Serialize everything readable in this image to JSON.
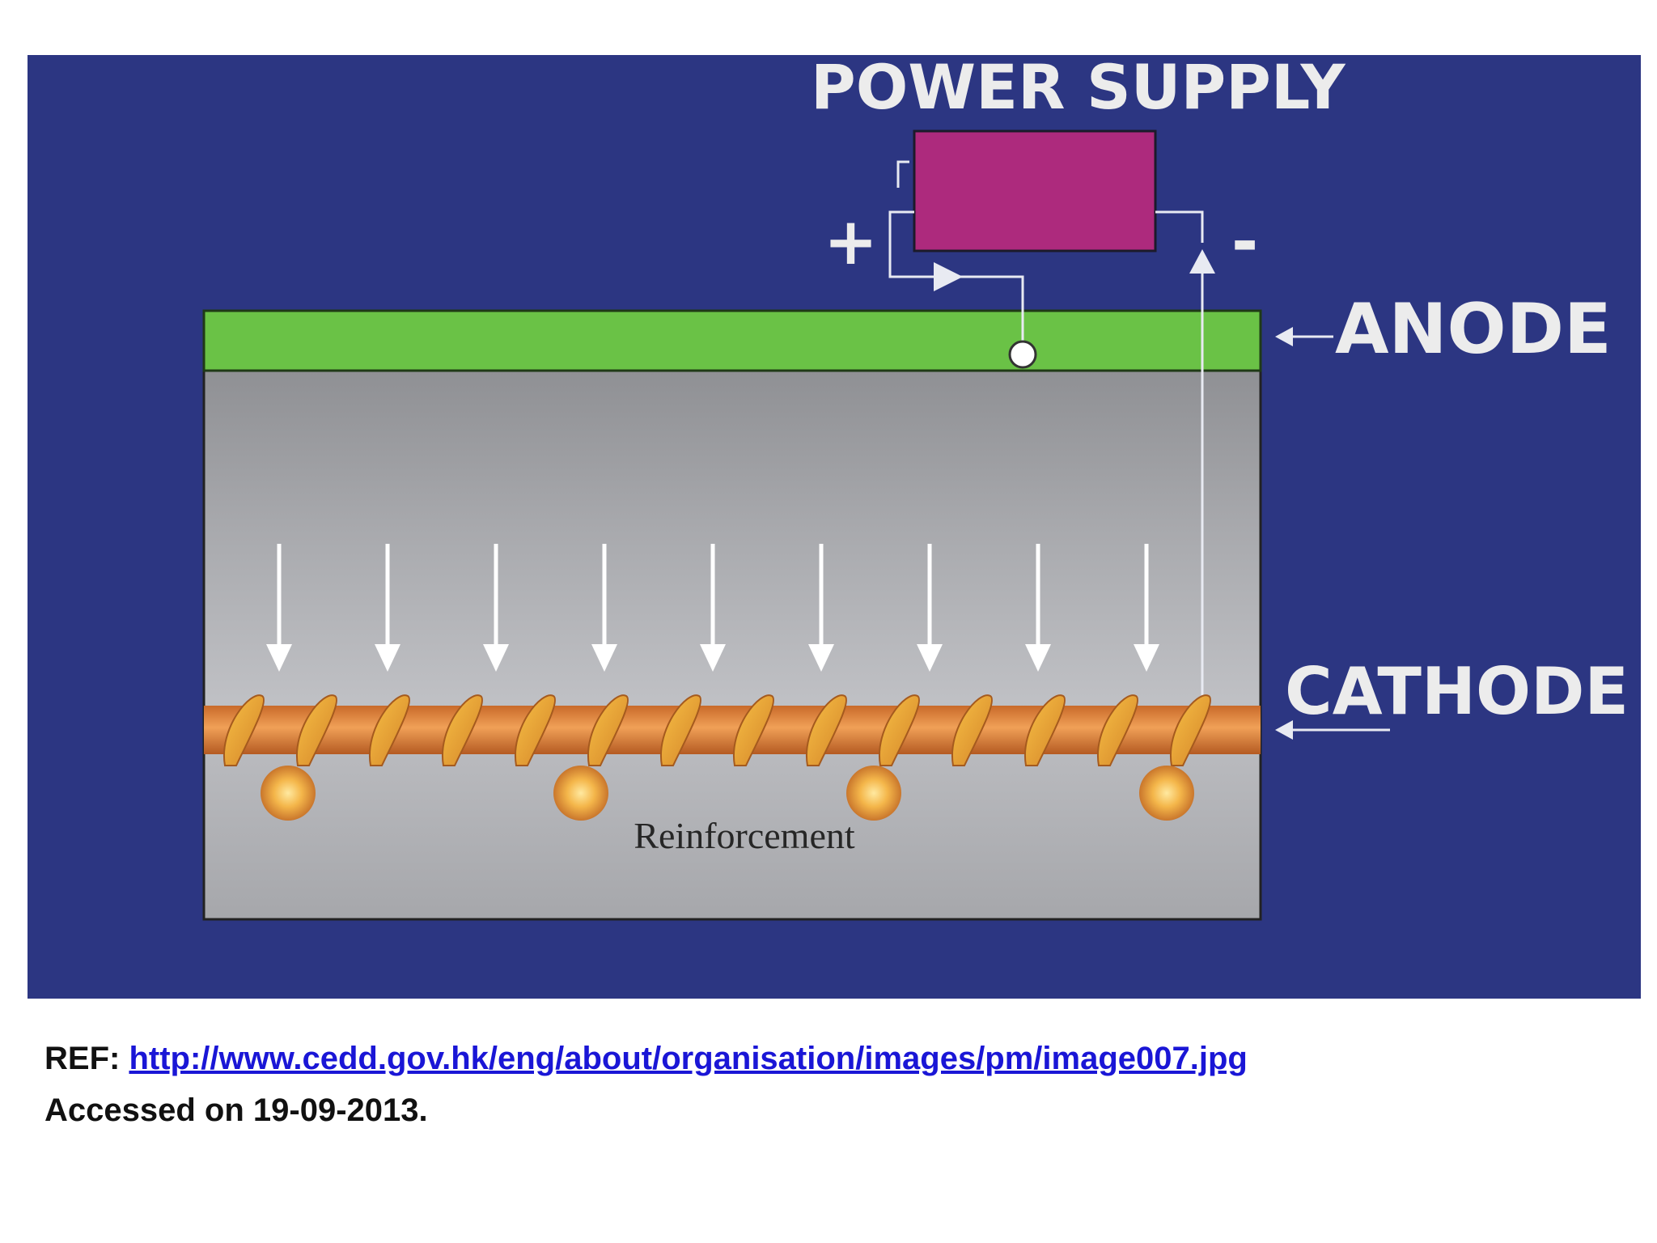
{
  "diagram": {
    "labels": {
      "power_supply": "POWER SUPPLY",
      "plus": "+",
      "minus": "-",
      "anode": "ANODE",
      "cathode": "CATHODE",
      "reinforcement": "Reinforcement"
    },
    "colors": {
      "background": "#2c3682",
      "power_supply_box": "#ad2a7d",
      "anode_strip": "#6ac246",
      "concrete": "#b3b4b8",
      "rebar": "#e0823a",
      "wire": "#e8eaf2"
    },
    "current_arrow_count": 9
  },
  "reference": {
    "prefix": "REF:",
    "link_text": "http://www.cedd.gov.hk/eng/about/organisation/images/pm/image007.jpg",
    "accessed": "Accessed on 19-09-2013."
  }
}
